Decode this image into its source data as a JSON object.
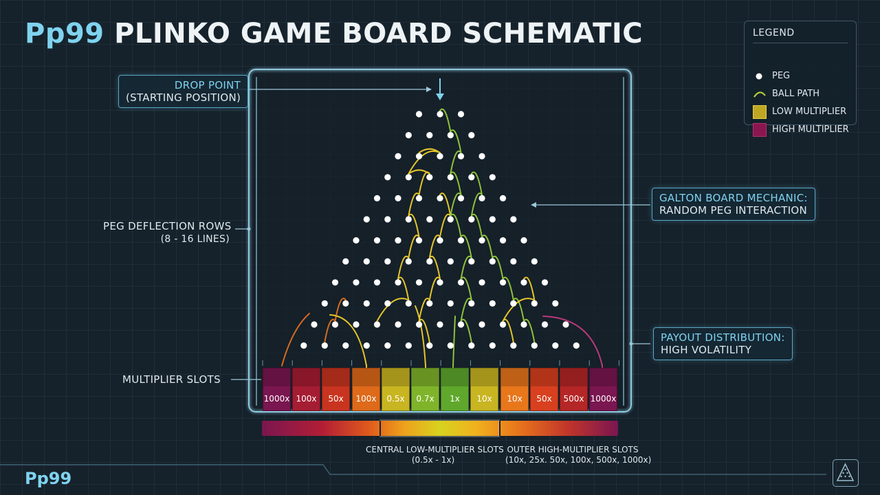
{
  "header": {
    "brand": "Pp99",
    "title": "PLINKO GAME BOARD SCHEMATIC"
  },
  "callouts": {
    "drop_point": {
      "line1": "DROP POINT",
      "line2": "(STARTING POSITION)"
    },
    "galton": {
      "line1": "GALTON BOARD MECHANIC:",
      "line2": "RANDOM PEG INTERACTION"
    },
    "payout": {
      "line1": "PAYOUT DISTRIBUTION:",
      "line2": "HIGH VOLATILITY"
    }
  },
  "side_labels": {
    "peg_rows": {
      "line1": "PEG DEFLECTION ROWS",
      "line2": "(8 - 16 LINES)"
    },
    "multiplier_slots": "MULTIPLIER SLOTS"
  },
  "slots": [
    {
      "label": "1000x",
      "color": "#7a1650"
    },
    {
      "label": "100x",
      "color": "#a51d33"
    },
    {
      "label": "50x",
      "color": "#c8341f"
    },
    {
      "label": "100x",
      "color": "#de6a1a"
    },
    {
      "label": "0.5x",
      "color": "#c8b521"
    },
    {
      "label": "0.7x",
      "color": "#7fb42a"
    },
    {
      "label": "1x",
      "color": "#5fa82c"
    },
    {
      "label": "10x",
      "color": "#c8b521"
    },
    {
      "label": "10x",
      "color": "#e8771c"
    },
    {
      "label": "50x",
      "color": "#d8401f"
    },
    {
      "label": "500x",
      "color": "#b52626"
    },
    {
      "label": "1000x",
      "color": "#7a1650"
    }
  ],
  "legend": {
    "title": "LEGEND",
    "items": [
      {
        "label": "PEG",
        "icon": "peg-dot-icon",
        "color": "#ffffff"
      },
      {
        "label": "BALL PATH",
        "icon": "ball-path-icon",
        "color": "#b8cc3a"
      },
      {
        "label": "LOW MULTIPLIER",
        "icon": "low-multiplier-swatch",
        "color": "#bfa723"
      },
      {
        "label": "HIGH MULTIPLIER",
        "icon": "high-multiplier-swatch",
        "color": "#8a1650"
      }
    ]
  },
  "distribution_bar": {
    "central": {
      "line1": "CENTRAL LOW-MULTIPLIER SLOTS",
      "line2": "(0.5x - 1x)"
    },
    "outer": {
      "line1": "OUTER HIGH-MULTIPLIER SLOTS",
      "line2": "(10x, 25x. 50x, 100x, 500x, 1000x)"
    }
  },
  "footer": {
    "brand": "Pp99",
    "corner_icon": "triangle-board-icon"
  },
  "colors": {
    "accent": "#7fd3ef",
    "frame": "#8fc9df",
    "ball_path_yellow": "#e6c52a",
    "ball_path_green": "#8fc23a"
  }
}
